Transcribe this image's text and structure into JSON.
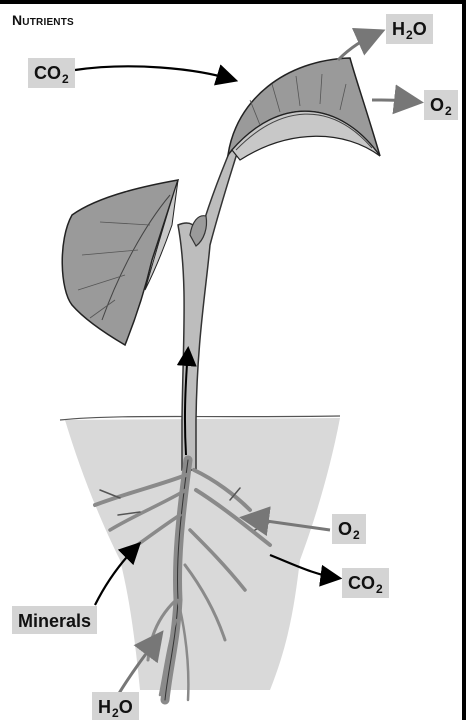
{
  "title": "Nutrients",
  "labels": {
    "h2o_top": {
      "main": "H",
      "sub": "2",
      "tail": "O"
    },
    "co2_top": {
      "main": "CO",
      "sub": "2",
      "tail": ""
    },
    "o2_top": {
      "main": "O",
      "sub": "2",
      "tail": ""
    },
    "o2_root": {
      "main": "O",
      "sub": "2",
      "tail": ""
    },
    "co2_root": {
      "main": "CO",
      "sub": "2",
      "tail": ""
    },
    "minerals": {
      "main": "Minerals",
      "sub": "",
      "tail": ""
    },
    "h2o_bottom": {
      "main": "H",
      "sub": "2",
      "tail": "O"
    }
  },
  "colors": {
    "label_bg": "#d4d4d4",
    "leaf": "#9a9a9a",
    "leaf_light": "#c8c8c8",
    "stem": "#bdbdbd",
    "root": "#8a8a8a",
    "soil": "#d9d9d9",
    "arrow_gray": "#777777",
    "arrow_black": "#000000"
  }
}
